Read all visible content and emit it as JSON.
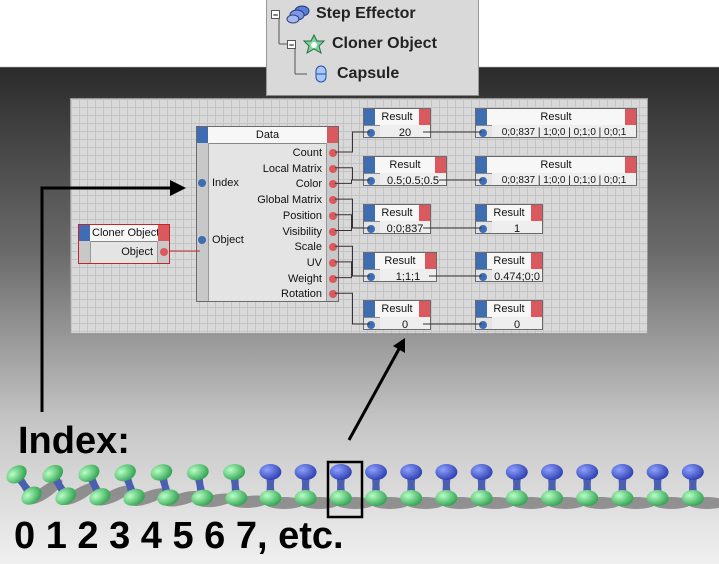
{
  "tree": {
    "items": [
      {
        "label": "Step Effector",
        "icon": "step-effector-icon",
        "expander": "−"
      },
      {
        "label": "Cloner Object",
        "icon": "cloner-object-icon",
        "expander": "−"
      },
      {
        "label": "Capsule",
        "icon": "capsule-icon"
      }
    ]
  },
  "data_node": {
    "title": "Data",
    "inputs": [
      "Index",
      "Object"
    ],
    "outputs": [
      "Count",
      "Local Matrix",
      "Color",
      "Global Matrix",
      "Position",
      "Visibility",
      "Scale",
      "UV",
      "Weight",
      "Rotation"
    ]
  },
  "cloner_node": {
    "title": "Cloner Object",
    "output": "Object"
  },
  "result_nodes": [
    {
      "title": "Result",
      "value": "20"
    },
    {
      "title": "Result",
      "value": "0;0;837 | 1;0;0 | 0;1;0 | 0;0;1"
    },
    {
      "title": "Result",
      "value": "0.5;0.5;0.5"
    },
    {
      "title": "Result",
      "value": "0;0;837 | 1;0;0 | 0;1;0 | 0;0;1"
    },
    {
      "title": "Result",
      "value": "0;0;837"
    },
    {
      "title": "Result",
      "value": "1"
    },
    {
      "title": "Result",
      "value": "1;1;1"
    },
    {
      "title": "Result",
      "value": "0.474;0;0"
    },
    {
      "title": "Result",
      "value": "0"
    },
    {
      "title": "Result",
      "value": "0"
    }
  ],
  "captions": {
    "index_title": "Index:",
    "index_numbers": "0 1 2 3 4 5 6 7, etc."
  },
  "colors": {
    "port_blue": "#3e6db3",
    "port_red": "#d9595f",
    "capsule_blue": "#3f55c7",
    "capsule_green": "#59d27a"
  }
}
